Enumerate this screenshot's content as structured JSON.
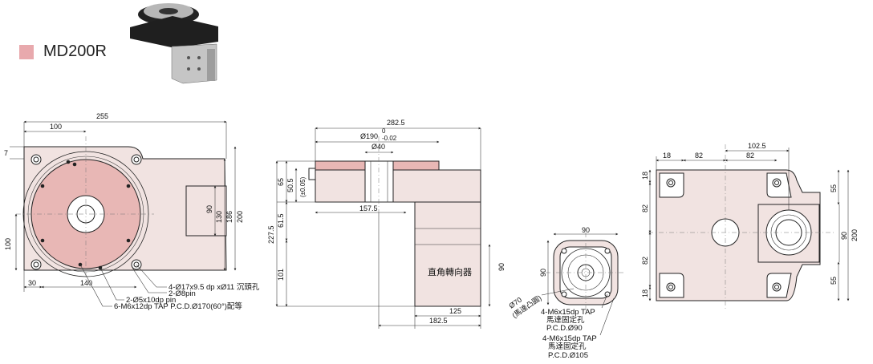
{
  "model": {
    "name": "MD200R",
    "swatch_color": "#e8a9ad"
  },
  "product_image": {
    "icon": "rotary-table-product-photo"
  },
  "front_view": {
    "dims": {
      "width": "255",
      "offset_100": "100",
      "top_7": "7",
      "height_200": "200",
      "height_186": "186",
      "height_130": "130",
      "side_90": "90",
      "left_100": "100",
      "bottom_30": "30",
      "bottom_140": "140"
    },
    "callouts": [
      "4-Ø17x9.5 dp xØ11 沉頭孔",
      "2-Ø8pin",
      "2-Ø5x10dp pin",
      "6-M6x12dp TAP P.C.D.Ø170(60°)配等"
    ]
  },
  "side_view": {
    "dims": {
      "total": "282.5",
      "d190": "Ø190",
      "d190_tol_upper": "0",
      "d190_tol_lower": "-0.02",
      "d40": "Ø40",
      "h65": "65",
      "h50_5": "50.5",
      "tol": "(±0.05)",
      "w157_5": "157.5",
      "h61_5": "61.5",
      "h227_5": "227.5",
      "h101": "101",
      "w125": "125",
      "w182_5": "182.5",
      "h90": "90"
    },
    "gearbox_label": "直角轉向器"
  },
  "motor_view": {
    "dims": {
      "top_90": "90",
      "left_90": "90"
    },
    "callouts": [
      "Ø70",
      "(馬達凸圓)",
      "4-M6x15dp TAP",
      "馬達固定孔",
      "P.C.D.Ø90",
      "4-M6x15dp TAP",
      "馬達固定孔",
      "P.C.D.Ø105"
    ]
  },
  "bottom_view": {
    "dims": {
      "top_18": "18",
      "top_82": "82",
      "top_102_5": "102.5",
      "top_82b": "82",
      "left_18a": "18",
      "left_82a": "82",
      "left_82b": "82",
      "left_18b": "18",
      "right_55a": "55",
      "right_90": "90",
      "right_200": "200",
      "right_55b": "55"
    }
  }
}
